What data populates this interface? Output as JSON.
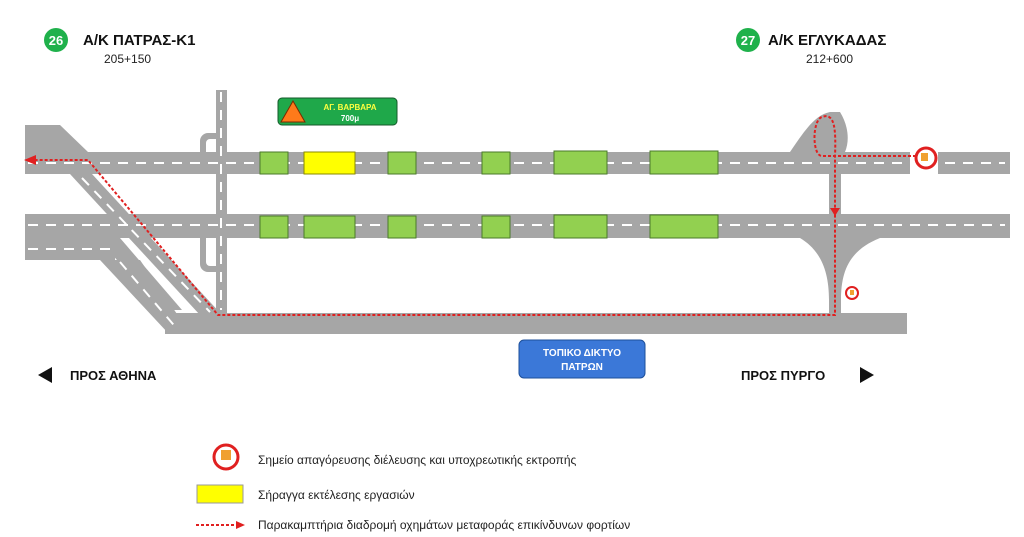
{
  "interchanges": [
    {
      "number": "26",
      "name": "Α/Κ ΠΑΤΡΑΣ-Κ1",
      "chainage": "205+150"
    },
    {
      "number": "27",
      "name": "Α/Κ ΕΓΛΥΚΑΔΑΣ",
      "chainage": "212+600"
    }
  ],
  "tunnel_sign": {
    "name": "ΑΓ. ΒΑΡΒΑΡΑ",
    "length": "700μ"
  },
  "local_network": {
    "line1": "ΤΟΠΙΚΟ ΔΙΚΤΥΟ",
    "line2": "ΠΑΤΡΩΝ"
  },
  "directions": {
    "west": "ΠΡΟΣ ΑΘΗΝΑ",
    "east": "ΠΡΟΣ ΠΥΡΓΟ"
  },
  "legend": [
    {
      "symbol": "prohibition-sign",
      "label": "Σημείο απαγόρευσης διέλευσης και υποχρεωτικής εκτροπής"
    },
    {
      "symbol": "yellow-box",
      "label": "Σήραγγα εκτέλεσης εργασιών"
    },
    {
      "symbol": "red-dotted-arrow",
      "label": "Παρακαμπτήρια διαδρομή οχημάτων μεταφοράς επικίνδυνων φορτίων"
    }
  ],
  "colors": {
    "road": "#a6a6a6",
    "tunnel": "#92d050",
    "active_tunnel": "#ffff00",
    "detour": "#e02020",
    "badge": "#1fb14b",
    "info_box": "#3b78d8"
  }
}
